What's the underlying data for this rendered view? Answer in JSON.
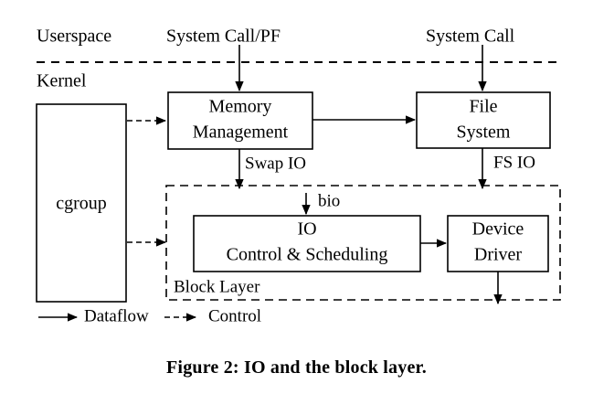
{
  "figure": {
    "caption": "Figure 2: IO and the block layer.",
    "regions": {
      "userspace_label": "Userspace",
      "kernel_label": "Kernel",
      "block_layer_label": "Block Layer"
    },
    "entry_labels": {
      "left": "System Call/PF",
      "right": "System Call"
    },
    "boxes": [
      {
        "id": "cgroup",
        "label_line1": "cgroup",
        "label_line2": ""
      },
      {
        "id": "memory-mgmt",
        "label_line1": "Memory",
        "label_line2": "Management"
      },
      {
        "id": "file-system",
        "label_line1": "File",
        "label_line2": "System"
      },
      {
        "id": "io-control",
        "label_line1": "IO",
        "label_line2": "Control & Scheduling"
      },
      {
        "id": "device-driver",
        "label_line1": "Device",
        "label_line2": "Driver"
      }
    ],
    "edge_labels": {
      "swap_io": "Swap IO",
      "fs_io": "FS IO",
      "bio": "bio"
    },
    "legend": [
      {
        "id": "dataflow",
        "label": "Dataflow",
        "style": "solid"
      },
      {
        "id": "control",
        "label": "Control",
        "style": "dashed"
      }
    ],
    "colors": {
      "stroke": "#000000",
      "background": "#ffffff",
      "text": "#000000"
    }
  }
}
